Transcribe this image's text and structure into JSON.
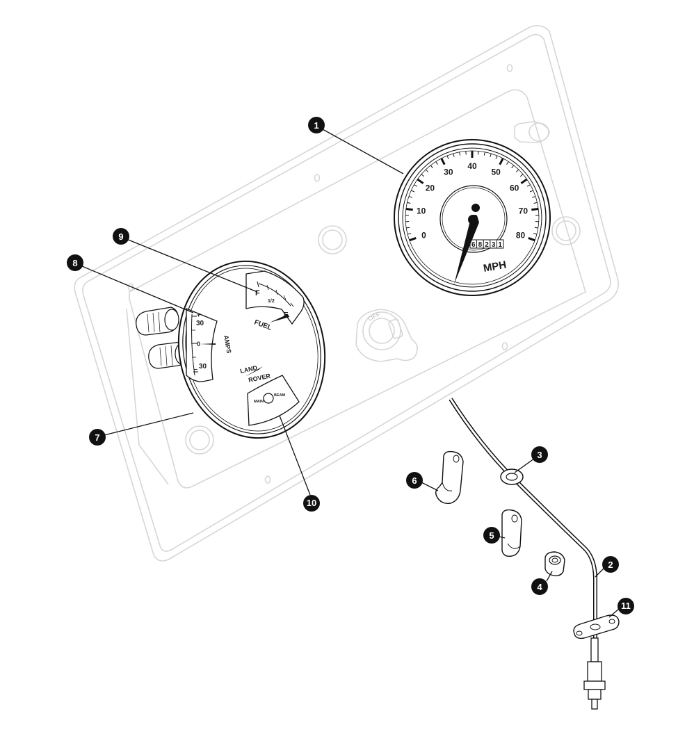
{
  "speedometer": {
    "scale": [
      "0",
      "10",
      "20",
      "30",
      "40",
      "50",
      "60",
      "70",
      "80"
    ],
    "unit": "MPH",
    "odometer": [
      "6",
      "8",
      "2",
      "3",
      "1"
    ]
  },
  "combo_gauge": {
    "fuel_label": "FUEL",
    "fuel_full": "F",
    "fuel_half": "1/2",
    "fuel_empty": "E",
    "amps_label": "AMPS",
    "amps_plus": "+",
    "amps_top": "30",
    "amps_zero": "0",
    "amps_minus": "–",
    "amps_bottom": "30",
    "logo_line1": "LAND",
    "logo_line2": "ROVER",
    "main_label": "MAIN",
    "beam_label": "BEAM"
  },
  "ignition": {
    "off_label": "OFF"
  },
  "callouts": [
    "1",
    "2",
    "3",
    "4",
    "5",
    "6",
    "7",
    "8",
    "9",
    "10",
    "11"
  ]
}
